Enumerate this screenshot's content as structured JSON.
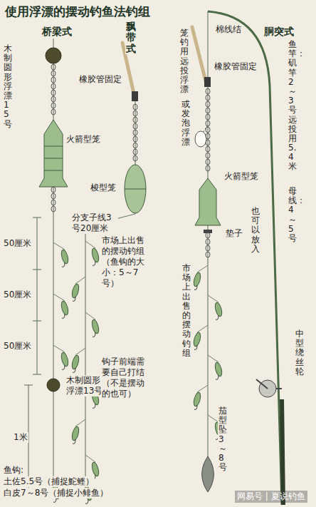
{
  "diagram": {
    "title": "使用浮漂的摆动钓鱼法钓组",
    "labels": [
      "桥梁式",
      "木制圆形浮漂15号",
      "火箭型笼",
      "分支子线3号20厘米",
      "50厘米",
      "50厘米",
      "50厘米",
      "木制圆形浮漂13号",
      "1米",
      "鱼钩:",
      "土佐5.5号（捕捉鮀鲣）",
      "白皮7～8号（捕捉小鲱鱼）",
      "飘带式",
      "橡胶管固定",
      "梭型笼",
      "市场上出售的摆动钓组（鱼钩的大小：5～7号）",
      "钩子前端需要自己打结（不是摆动的也可）",
      "胴突式",
      "笼钓用远投浮漂",
      "棉线结",
      "橡胶管固定",
      "或发泡浮漂",
      "火箭型笼",
      "垫子",
      "市场上出售的摆动钓组",
      "鱼竿：矶竿2～3号远投用5.4米",
      "母线：4～5号",
      "也可以放入",
      "中型绕丝轮",
      "茄型坠3～8号",
      "网易号 | 夏说钓鱼"
    ]
  }
}
